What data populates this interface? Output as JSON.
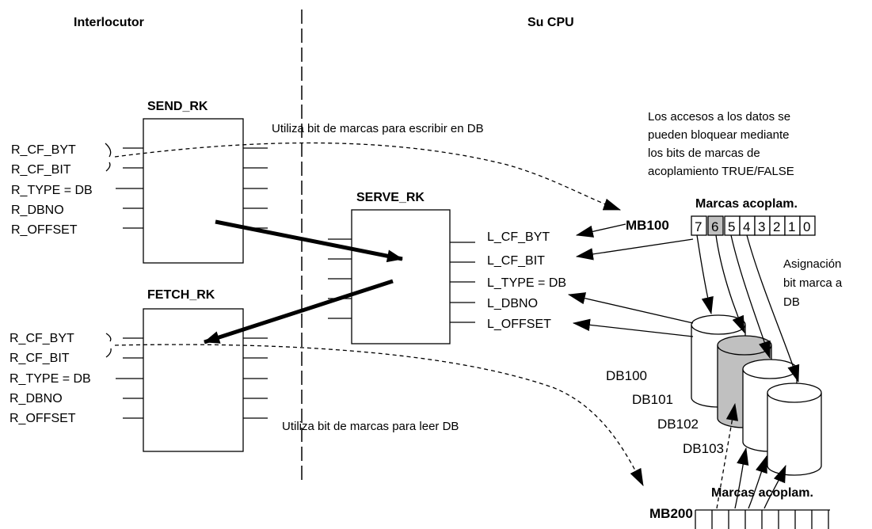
{
  "headers": {
    "left": "Interlocutor",
    "right": "Su CPU"
  },
  "send_block": {
    "title": "SEND_RK",
    "params": [
      "R_CF_BYT",
      "R_CF_BIT",
      "R_TYPE = DB",
      "R_DBNO",
      "R_OFFSET"
    ]
  },
  "fetch_block": {
    "title": "FETCH_RK",
    "params": [
      "R_CF_BYT",
      "R_CF_BIT",
      "R_TYPE = DB",
      "R_DBNO",
      "R_OFFSET"
    ]
  },
  "serve_block": {
    "title": "SERVE_RK",
    "params": [
      "L_CF_BYT",
      "L_CF_BIT",
      "L_TYPE = DB",
      "L_DBNO",
      "L_OFFSET"
    ]
  },
  "notes": {
    "write": "Utiliza bit de marcas para escribir en DB",
    "read": "Utiliza bit de marcas para leer DB",
    "lock": [
      "Los accesos a los datos se",
      "pueden bloquear mediante",
      "los bits de marcas de",
      "acoplamiento TRUE/FALSE"
    ],
    "assign": [
      "Asignación",
      "bit marca a",
      "DB"
    ]
  },
  "mb100": {
    "label": "MB100",
    "caption": "Marcas acoplam.",
    "bits": [
      "7",
      "6",
      "5",
      "4",
      "3",
      "2",
      "1",
      "0"
    ]
  },
  "mb200": {
    "label": "MB200",
    "caption": "Marcas acoplam."
  },
  "data_blocks": [
    "DB100",
    "DB101",
    "DB102",
    "DB103"
  ],
  "colors": {
    "highlight": "#c0c0c0"
  }
}
